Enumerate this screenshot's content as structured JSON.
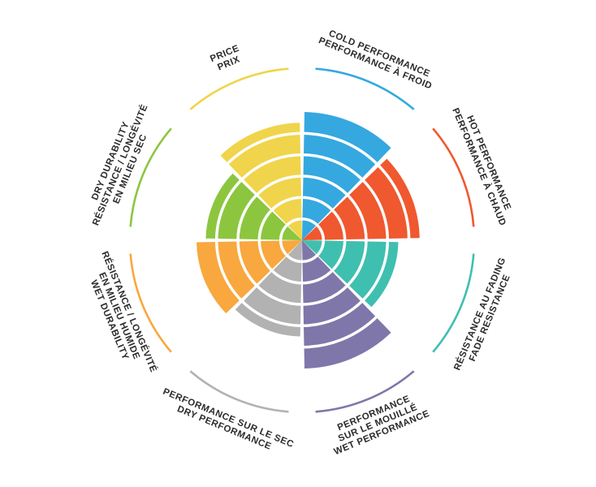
{
  "page": {
    "background": "#ffffff",
    "label_color": "#2b2b2b"
  },
  "chart_data": {
    "type": "polar-sector-wheel",
    "title": "",
    "max_value": 6,
    "ring_values": [
      1,
      2,
      3,
      4,
      5
    ],
    "legend_position": "radial-labels",
    "grid": "white concentric rings over colored sectors",
    "sectors": [
      {
        "id": "cold-performance",
        "lines": [
          "COLD PERFORMANCE",
          "PERFORMANCE À FROID"
        ],
        "color": "#35A8E0",
        "value": 6
      },
      {
        "id": "hot-performance",
        "lines": [
          "HOT PERFORMANCE",
          "PERFORMANCE À CHAUD"
        ],
        "color": "#F0582F",
        "value": 5.5
      },
      {
        "id": "fade-resistance",
        "lines": [
          "RÉSISTANCE AU FADING",
          "FADE RESISTANCE"
        ],
        "color": "#3FBFAF",
        "value": 4.5
      },
      {
        "id": "wet-performance",
        "lines": [
          "PERFORMANCE",
          "SUR LE MOUILLÉ",
          "WET PERFORMANCE"
        ],
        "color": "#7F77A9",
        "value": 6
      },
      {
        "id": "dry-performance",
        "lines": [
          "PERFORMANCE SUR LE SEC",
          "DRY PERFORMANCE"
        ],
        "color": "#B2B2B2",
        "value": 4.5
      },
      {
        "id": "wet-durability",
        "lines": [
          "RÉSISTANCE / LONGÉVITÉ",
          "EN MILIEU HUMIDE",
          "WET DURABILITY"
        ],
        "color": "#F8A83E",
        "value": 5
      },
      {
        "id": "dry-durability",
        "lines": [
          "DRY DURABILITY",
          "RÉSISTANCE / LONGÉVITÉ",
          "EN MILIEU SEC"
        ],
        "color": "#8CC63F",
        "value": 4.5
      },
      {
        "id": "price",
        "lines": [
          "PRICE",
          "PRIX"
        ],
        "color": "#F0D44B",
        "value": 5.5
      }
    ]
  }
}
